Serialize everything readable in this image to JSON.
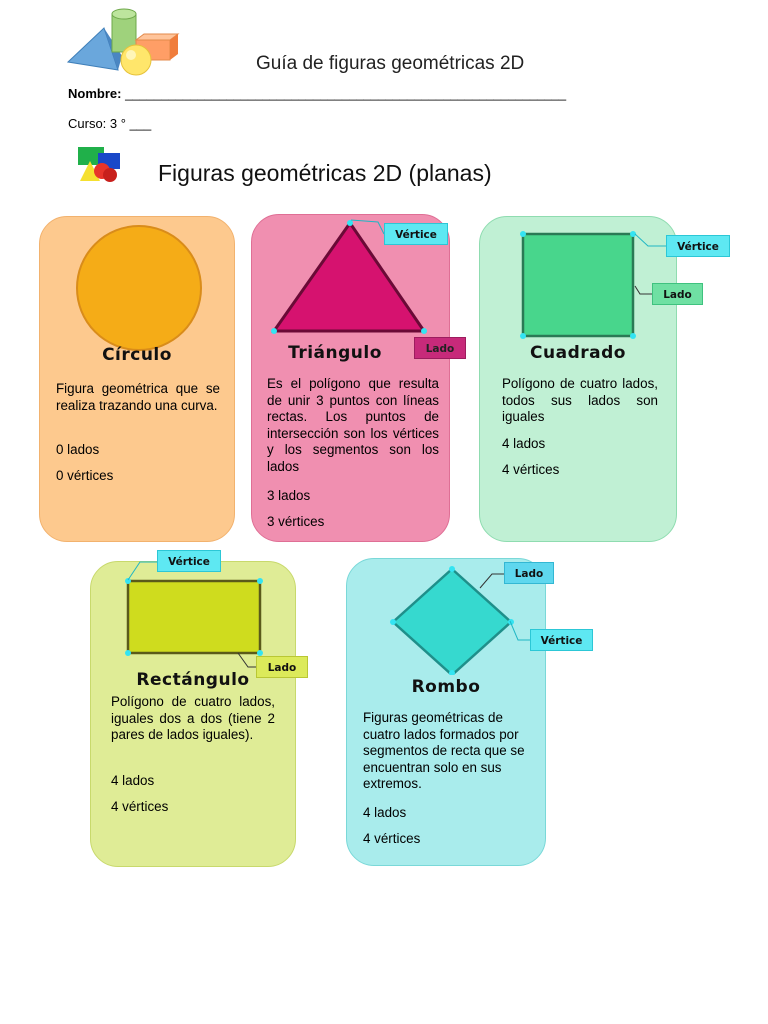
{
  "header": {
    "title": "Guía de figuras geométricas 2D",
    "nombre_label": "Nombre:",
    "nombre_line": "_____________________________________________________________",
    "curso_label": "Curso:",
    "curso_value": "3 ° ___",
    "section_title": "Figuras geométricas 2D (planas)"
  },
  "labels": {
    "vertice": "Vértice",
    "lado": "Lado"
  },
  "colors": {
    "circulo_card": "#fdc98e",
    "triangulo_card": "#f08fb0",
    "cuadrado_card": "#c0f0d4",
    "rectangulo_card": "#dfec96",
    "rombo_card": "#a9ecec"
  },
  "cards": {
    "circulo": {
      "name": "Círculo",
      "desc": "Figura geométrica que se realiza trazando una curva.",
      "lados": "0 lados",
      "vertices": "0 vértices"
    },
    "triangulo": {
      "name": "Triángulo",
      "desc": "Es el polígono que resulta de unir 3 puntos con líneas rectas. Los puntos de intersección son los vértices y los segmentos son los lados",
      "lados": "3 lados",
      "vertices": "3 vértices"
    },
    "cuadrado": {
      "name": "Cuadrado",
      "desc": "Polígono de cuatro lados, todos sus lados son iguales",
      "lados": "4 lados",
      "vertices": "4 vértices"
    },
    "rectangulo": {
      "name": "Rectángulo",
      "desc": "Polígono de cuatro lados, iguales dos a dos (tiene 2 pares de lados iguales).",
      "lados": "4 lados",
      "vertices": "4 vértices"
    },
    "rombo": {
      "name": "Rombo",
      "desc": "Figuras geométricas de cuatro lados formados por segmentos de recta que se encuentran solo en sus extremos.",
      "lados": "4 lados",
      "vertices": "4 vértices"
    }
  }
}
